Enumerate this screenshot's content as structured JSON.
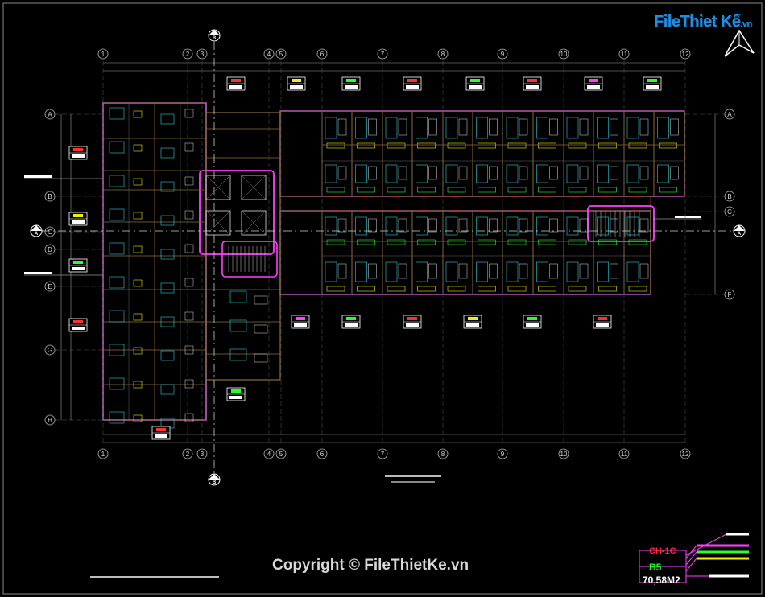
{
  "brand": {
    "logo_text": "FileThiet Kế",
    "logo_suffix": ".vn",
    "watermark": "Copyright © FileThietKe.vn"
  },
  "plan": {
    "grid_top": [
      "1",
      "2",
      "3",
      "4",
      "5",
      "6",
      "7",
      "8",
      "9",
      "10",
      "11",
      "12"
    ],
    "grid_bottom": [
      "1",
      "2",
      "3",
      "4",
      "5",
      "6",
      "7",
      "8",
      "9",
      "10",
      "11",
      "12"
    ],
    "grid_left": [
      "A",
      "B",
      "C",
      "D",
      "E",
      "G",
      "H"
    ],
    "grid_right": [
      "A",
      "B",
      "C",
      "F"
    ],
    "section_marks": [
      "A",
      "B"
    ],
    "colors": {
      "frame": "#9a9a9a",
      "wall": "#c060c0",
      "brown": "#8a6a3a",
      "cyan": "#2ad0e0",
      "green": "#2aff2a",
      "yellow": "#f0f000",
      "magenta": "#ff40ff",
      "red": "#ff3030"
    }
  },
  "legend": {
    "unit_code": "CH-1C",
    "unit_type": "B5",
    "unit_area": "70,58M2"
  }
}
